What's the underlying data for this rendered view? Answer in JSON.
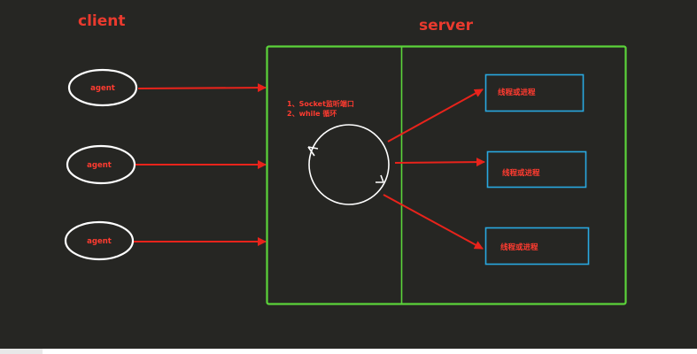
{
  "labels": {
    "client": "client",
    "server": "server"
  },
  "agents": [
    {
      "label": "agent"
    },
    {
      "label": "agent"
    },
    {
      "label": "agent"
    }
  ],
  "workers": [
    {
      "label": "线程或进程"
    },
    {
      "label": "线程或进程"
    },
    {
      "label": "线程或进程"
    }
  ],
  "notes": [
    "1、Socket监听端口",
    "2、while 循环"
  ],
  "colors": {
    "background": "#262623",
    "label_red": "#ea3a2e",
    "arrow_red": "#e8231b",
    "server_border": "#5bd33a",
    "worker_border": "#29a8e0",
    "agent_outline": "#ffffff",
    "loop_outline": "#ffffff"
  }
}
